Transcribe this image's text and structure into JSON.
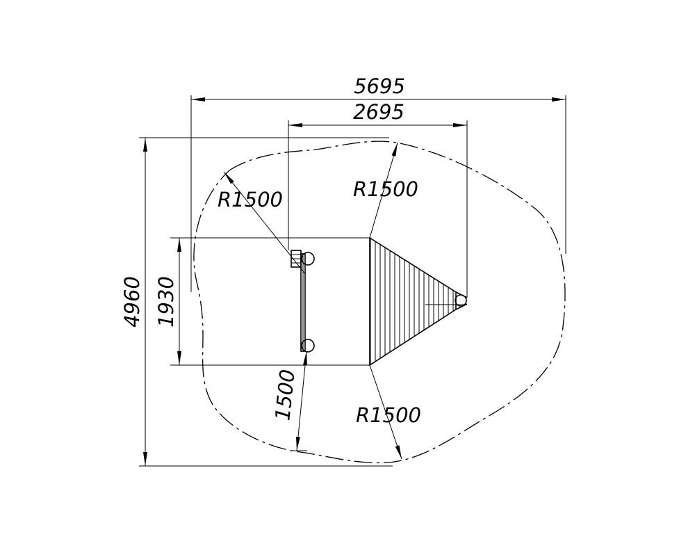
{
  "dimensions": {
    "overall_width": "5695",
    "inner_width": "2695",
    "overall_height": "4960",
    "inner_height": "1930",
    "radius_left": "R1500",
    "radius_top": "R1500",
    "radius_bottom": "R1500",
    "safety_distance": "1500"
  }
}
